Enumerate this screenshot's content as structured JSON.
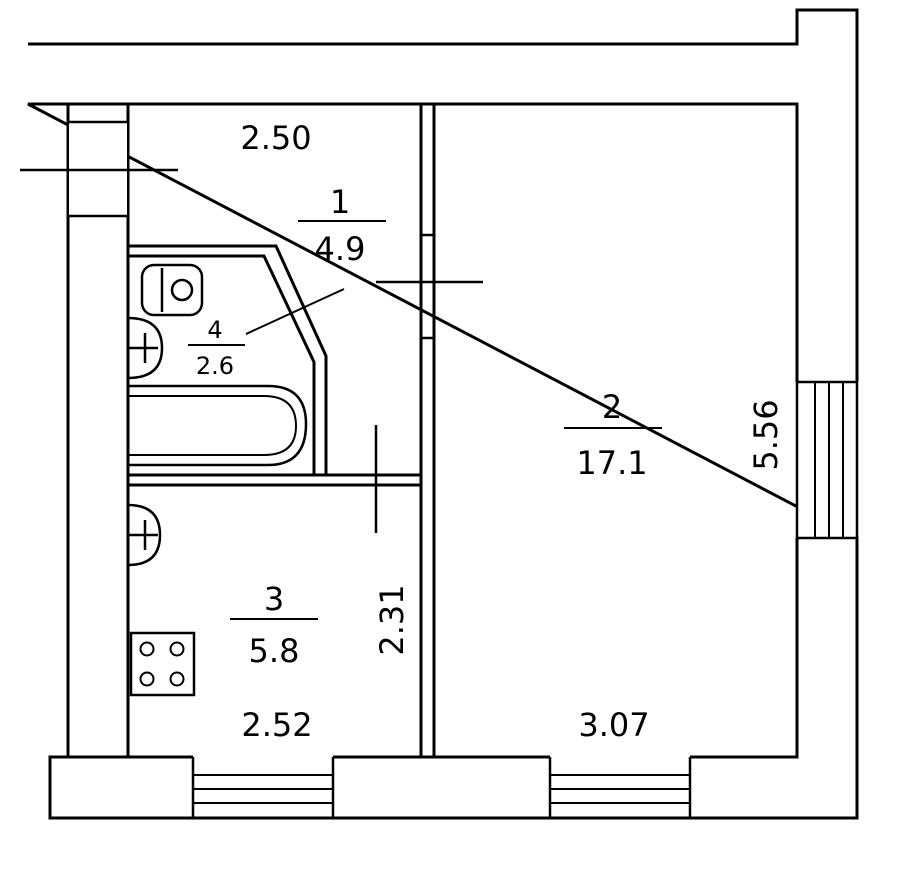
{
  "plan": {
    "rooms": [
      {
        "number": "1",
        "area": "4.9"
      },
      {
        "number": "2",
        "area": "17.1"
      },
      {
        "number": "3",
        "area": "5.8"
      },
      {
        "number": "4",
        "area": "2.6"
      }
    ],
    "dimensions": {
      "room1_width": "2.50",
      "room2_length": "5.56",
      "room3_length": "2.31",
      "room3_width": "2.52",
      "room2_width": "3.07"
    }
  },
  "colors": {
    "ink": "#000000",
    "paper": "#ffffff"
  }
}
